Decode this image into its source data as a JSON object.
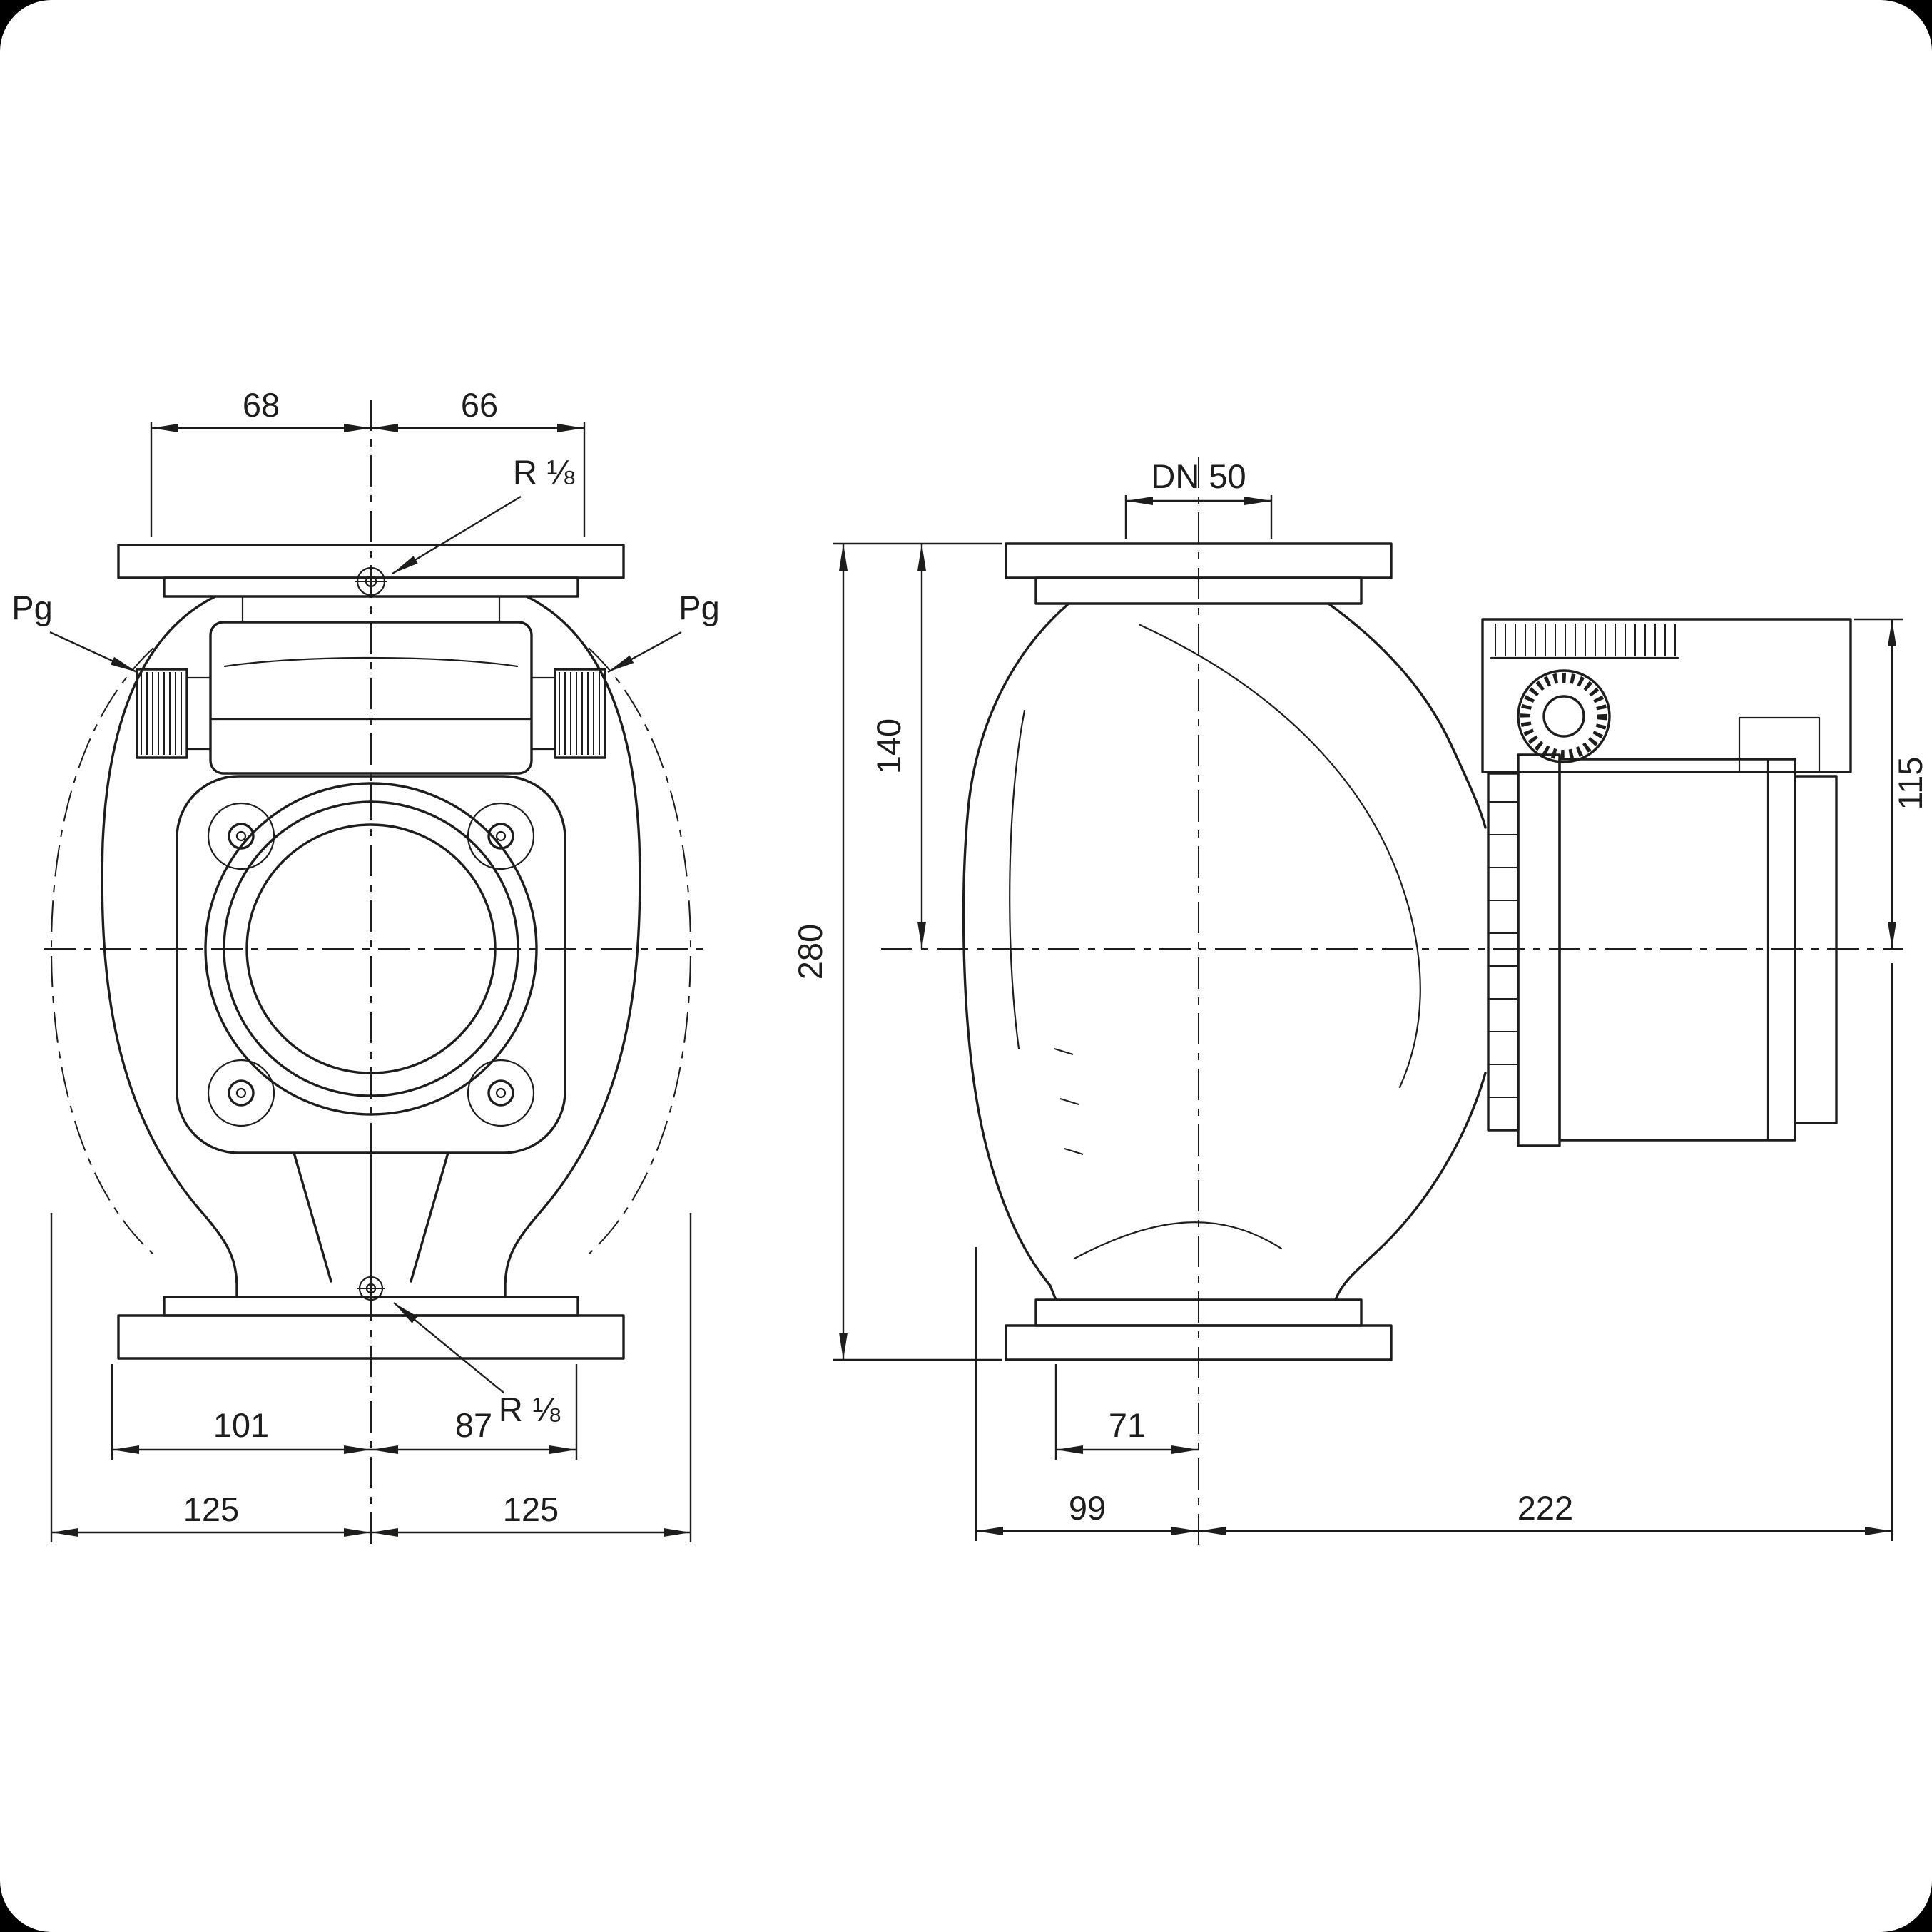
{
  "page": {
    "background_color": "#ffffff",
    "line_color": "#1d1d1b",
    "corner_color": "#000000"
  },
  "front_view": {
    "dim_top_left": "68",
    "dim_top_right": "66",
    "thread_top": "R ⅛",
    "gland_left": "Pg",
    "gland_right": "Pg",
    "dim_bottom_inner_left": "101",
    "dim_bottom_inner_right": "87",
    "dim_bottom_outer_left": "125",
    "dim_bottom_outer_right": "125",
    "thread_bottom": "R ⅛"
  },
  "side_view": {
    "dim_flange": "DN 50",
    "dim_center_height": "140",
    "dim_total_height": "280",
    "dim_motor_height": "115",
    "dim_foot_inner": "71",
    "dim_foot_outer": "99",
    "dim_length": "222"
  }
}
